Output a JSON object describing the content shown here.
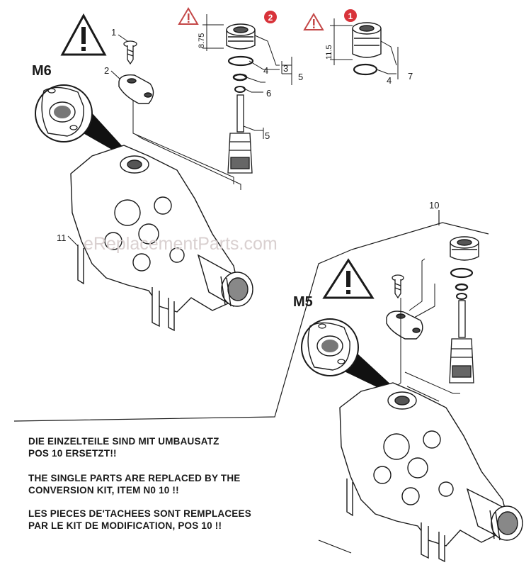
{
  "callouts": {
    "c1": "1",
    "c2": "2",
    "c3": "3",
    "c4a": "4",
    "c4b": "4",
    "c5a": "5",
    "c5b": "5",
    "c6": "6",
    "c7": "7",
    "c10": "10",
    "c11": "11"
  },
  "dimensions": {
    "d875": "8.75",
    "d115": "11.5"
  },
  "badges": {
    "b2": "2",
    "b1": "1"
  },
  "thread_labels": {
    "m6": "M6",
    "m5": "M5"
  },
  "notes": {
    "de_line1": "DIE EINZELTEILE SIND MIT UMBAUSATZ",
    "de_line2": "POS 10 ERSETZT!!",
    "en_line1": "THE SINGLE PARTS ARE REPLACED BY THE",
    "en_line2": "CONVERSION KIT, ITEM N0 10 !!",
    "fr_line1": "LES PIECES DE'TACHEES SONT REMPLACEES",
    "fr_line2": "PAR  LE KIT DE MODIFICATION, POS 10 !!"
  },
  "watermark": "eReplacementParts.com",
  "colors": {
    "ink": "#1a1a1a",
    "warning_badge": "#d8333a",
    "warning_triangle": "#c44848"
  }
}
